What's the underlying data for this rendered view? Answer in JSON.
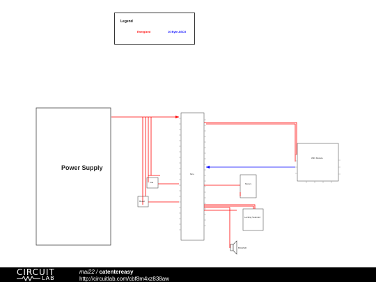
{
  "legend": {
    "title": "Legend",
    "items": [
      {
        "label": "Energized",
        "color": "#ff0000"
      },
      {
        "label": "10 Byte ASCII",
        "color": "#0000ff"
      }
    ]
  },
  "blocks": {
    "power_supply": "Power Supply",
    "mcu": "Mcu",
    "wifi": "WiFi Module",
    "motors": "Motors",
    "locking": "Locking Solenoid",
    "buzzer": "BUZZER",
    "small_top": "Xtal",
    "small_bottom": "Reset"
  },
  "colors": {
    "energized": "#ff0000",
    "data": "#0000ff",
    "footer_bg": "#000000"
  },
  "footer": {
    "logo_top": "CIRCUIT",
    "logo_bottom": "LAB",
    "user": "mai22",
    "separator": " / ",
    "title": "catentereasy",
    "url": "http://circuitlab.com/cbf8m4xz838aw"
  }
}
